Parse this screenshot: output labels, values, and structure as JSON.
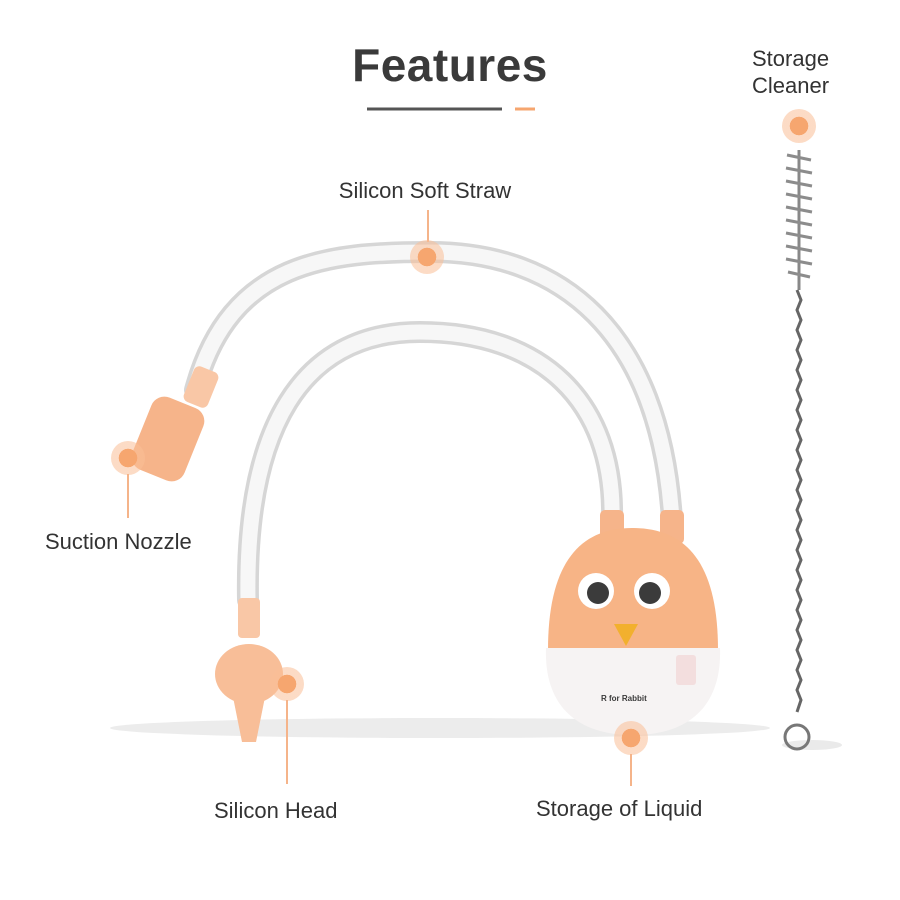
{
  "title": "Features",
  "colors": {
    "accent": "#f6a66f",
    "heading": "#3a3a3a",
    "body": "#333333",
    "underline": "#555555"
  },
  "labels": {
    "straw": "Silicon Soft Straw",
    "nozzle": "Suction Nozzle",
    "head": "Silicon Head",
    "liquid": "Storage of Liquid",
    "cleaner": "Storage\nCleaner"
  },
  "brand_text": "R for Rabbit",
  "icons": [
    "callout-dot",
    "owl-container",
    "cleaning-brush"
  ]
}
